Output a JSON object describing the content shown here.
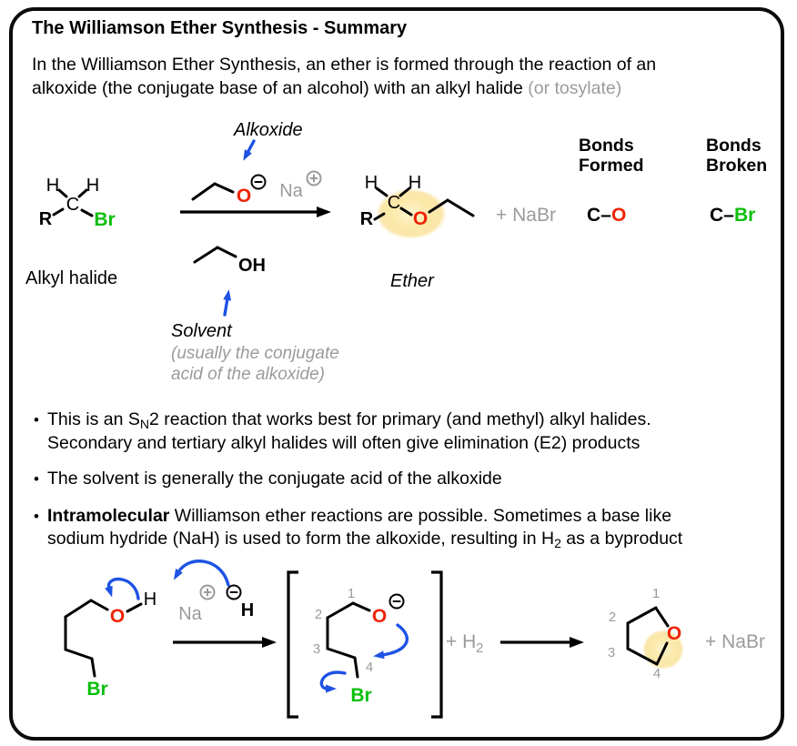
{
  "colors": {
    "oxygen_red": "#ee2405",
    "halide_green": "#0bbf0b",
    "arrow_blue": "#1d52e3",
    "muted_gray": "#9b9b9b",
    "highlight_yellow": "#fbe9a8",
    "ink_black": "#000000"
  },
  "title": "The Williamson Ether Synthesis - Summary",
  "intro": {
    "line1": "In the Williamson Ether Synthesis, an ether is formed through the reaction of an",
    "line2_black": "alkoxide (the conjugate base of an alcohol) with an alkyl halide ",
    "line2_gray": "(or tosylate)"
  },
  "atoms": {
    "r": "R",
    "c": "C",
    "h": "H",
    "br": "Br",
    "o": "O",
    "oh": "OH",
    "na": "Na"
  },
  "nums": {
    "one": "1",
    "two": "2",
    "three": "3",
    "four": "4"
  },
  "scheme1": {
    "alkoxide_label": "Alkoxide",
    "solvent_label": "Solvent",
    "solvent_note1": "(usually the conjugate",
    "solvent_note2": "acid of the alkoxide)",
    "alkyl_halide_label": "Alkyl halide",
    "ether_label": "Ether",
    "plus_nabr": "+ NaBr",
    "bonds_formed_line1": "Bonds",
    "bonds_formed_line2": "Formed",
    "bonds_broken_line1": "Bonds",
    "bonds_broken_line2": "Broken",
    "bond_formed_left": "C–",
    "bond_formed_right": "O",
    "bond_broken_left": "C–",
    "bond_broken_right": "Br"
  },
  "scheme2": {
    "plus_h2_main": "+ H",
    "plus_h2_sub": "2",
    "plus_nabr": "+ NaBr"
  },
  "bullets": {
    "marker": "•",
    "b1": {
      "pre": "This is an S",
      "sub": "N",
      "post": "2 reaction that works best for primary (and methyl) alkyl halides.",
      "line2": "Secondary and tertiary alkyl halides will often give elimination (E2) products"
    },
    "b2": {
      "text": "The solvent is generally the conjugate acid of the alkoxide"
    },
    "b3": {
      "bold": "Intramolecular",
      "post": " Williamson ether reactions are possible. Sometimes a base like",
      "line2_pre": "sodium hydride (NaH) is used to form the alkoxide, resulting in H",
      "line2_sub": "2",
      "line2_post": " as a byproduct"
    }
  }
}
